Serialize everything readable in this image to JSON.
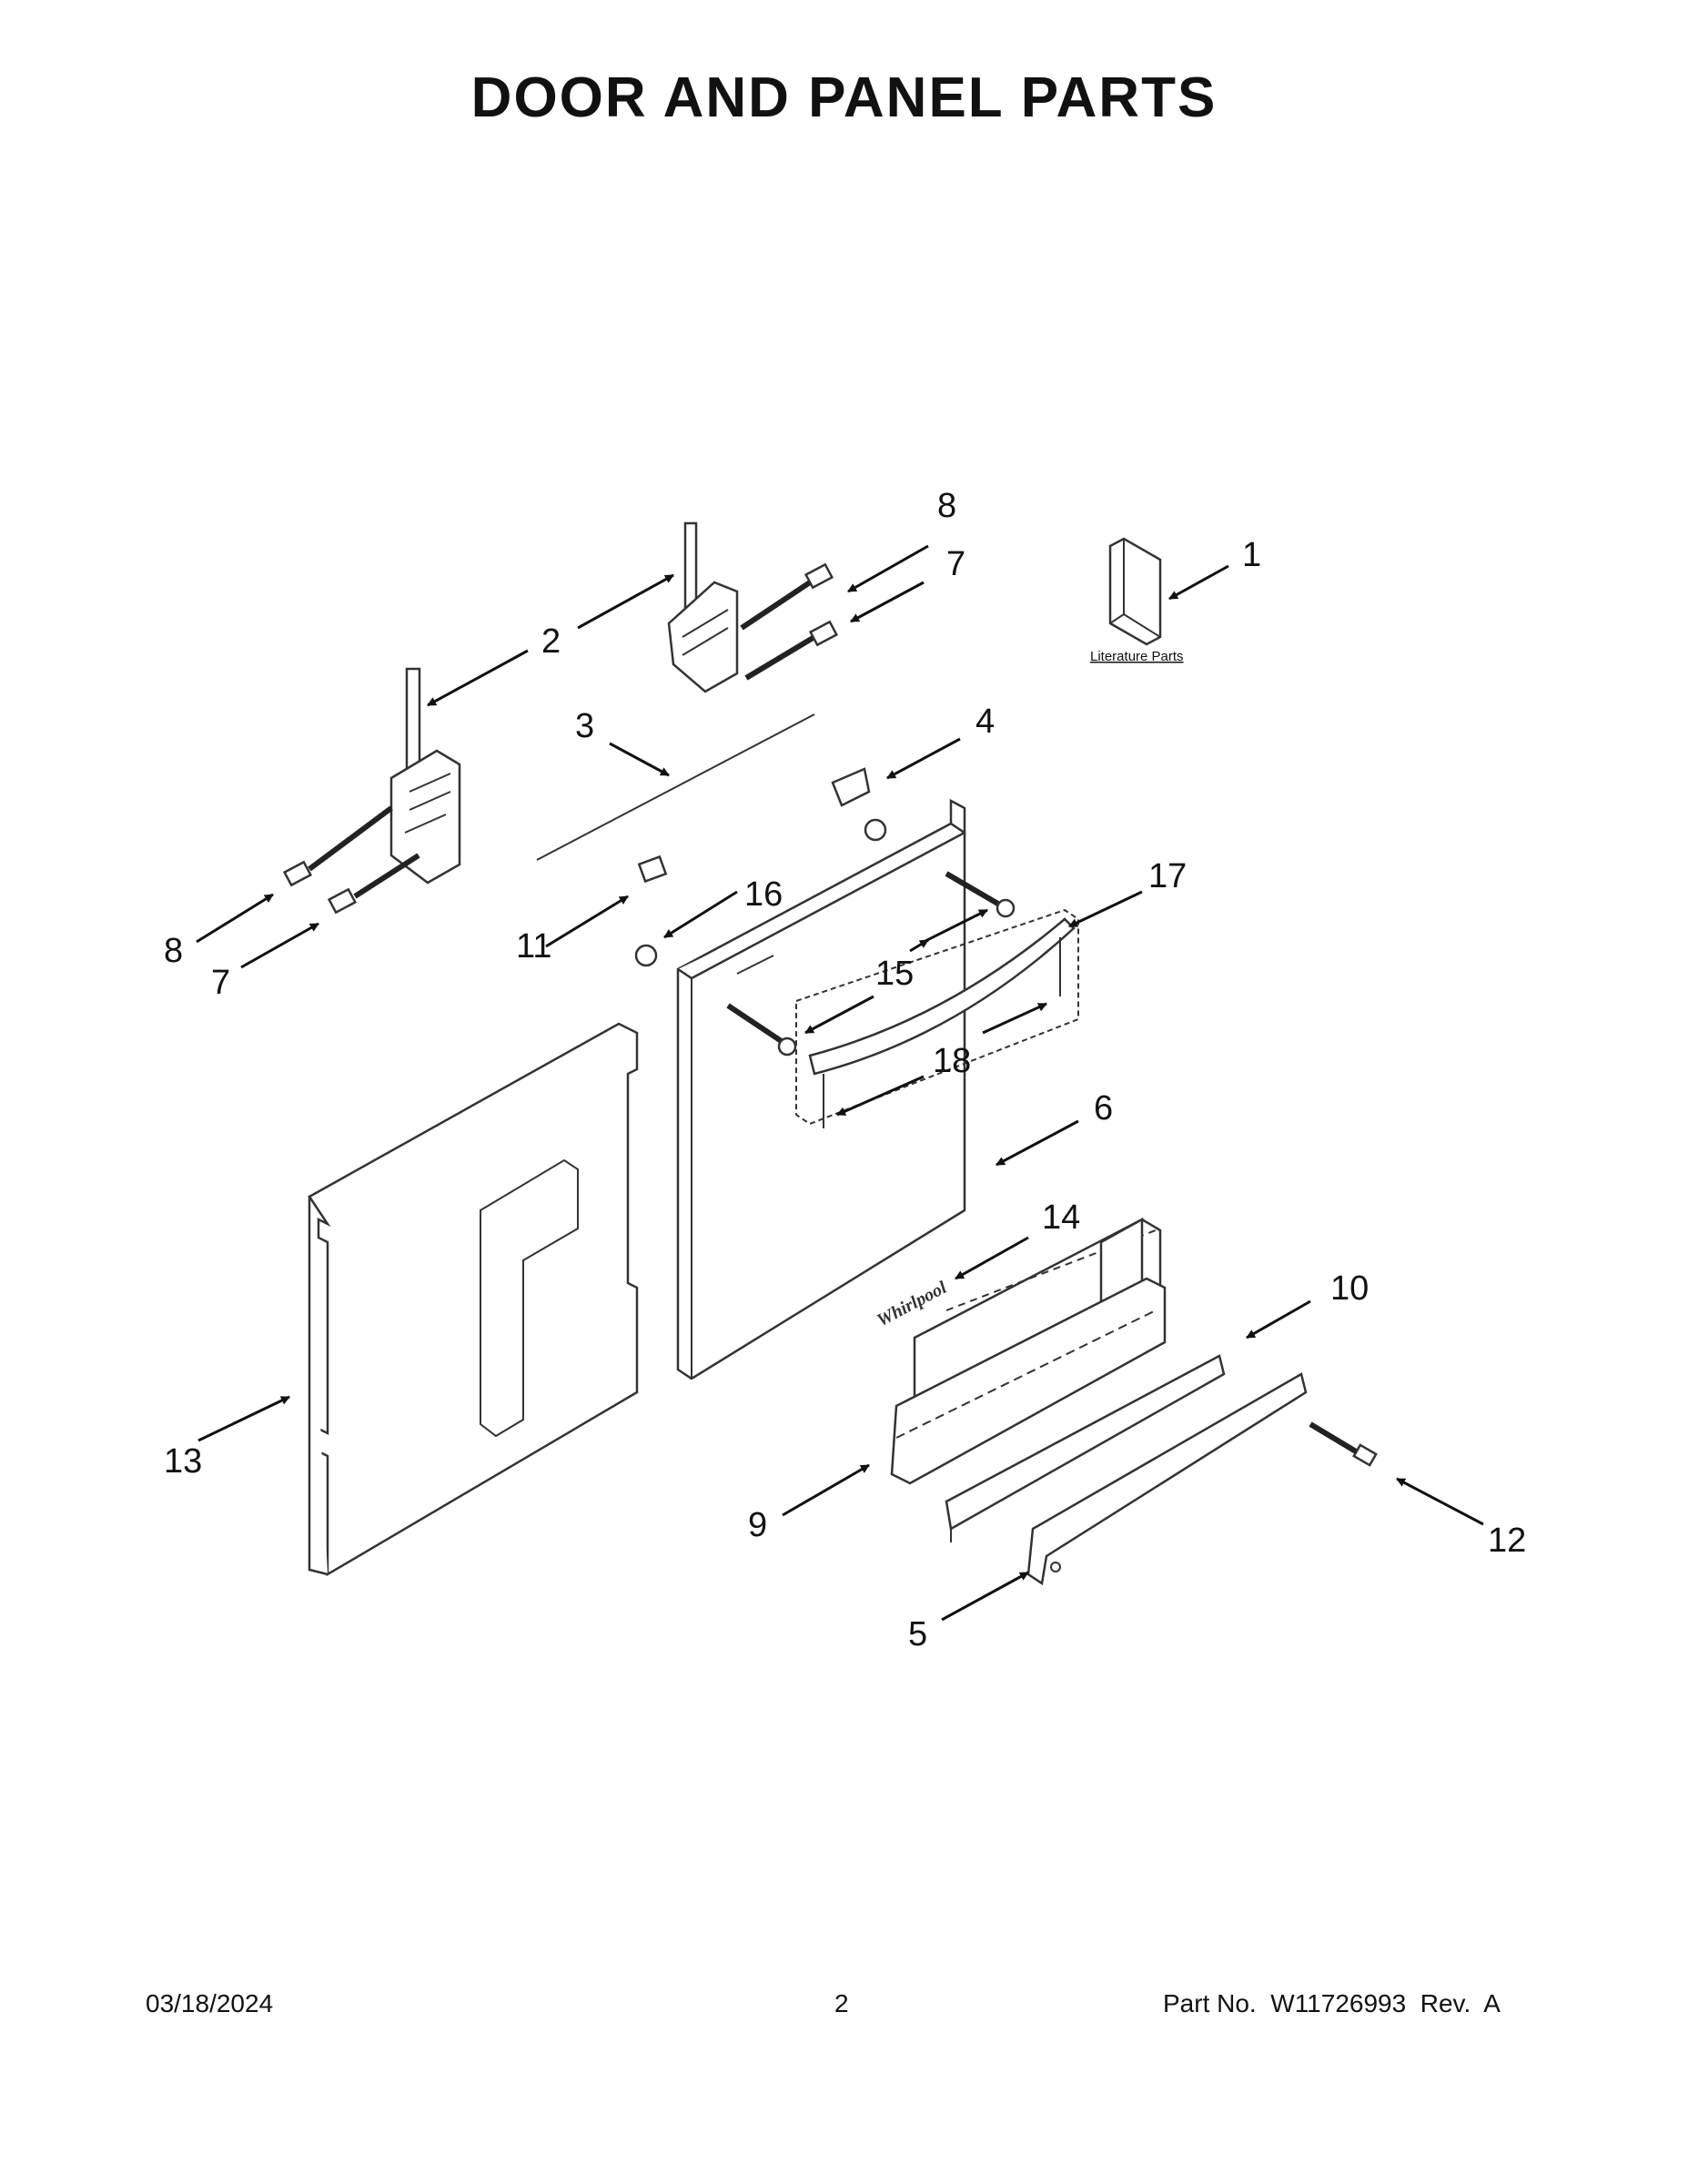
{
  "title": "DOOR AND PANEL PARTS",
  "callouts": [
    "1",
    "2",
    "3",
    "4",
    "5",
    "6",
    "7",
    "7",
    "8",
    "8",
    "9",
    "10",
    "11",
    "12",
    "13",
    "14",
    "15",
    "16",
    "17",
    "18"
  ],
  "literature_label": "Literature Parts",
  "logo_text": "Whirlpool",
  "footer": {
    "date": "03/18/2024",
    "page": "2",
    "part_no": "Part No.  W11726993  Rev.  A"
  }
}
